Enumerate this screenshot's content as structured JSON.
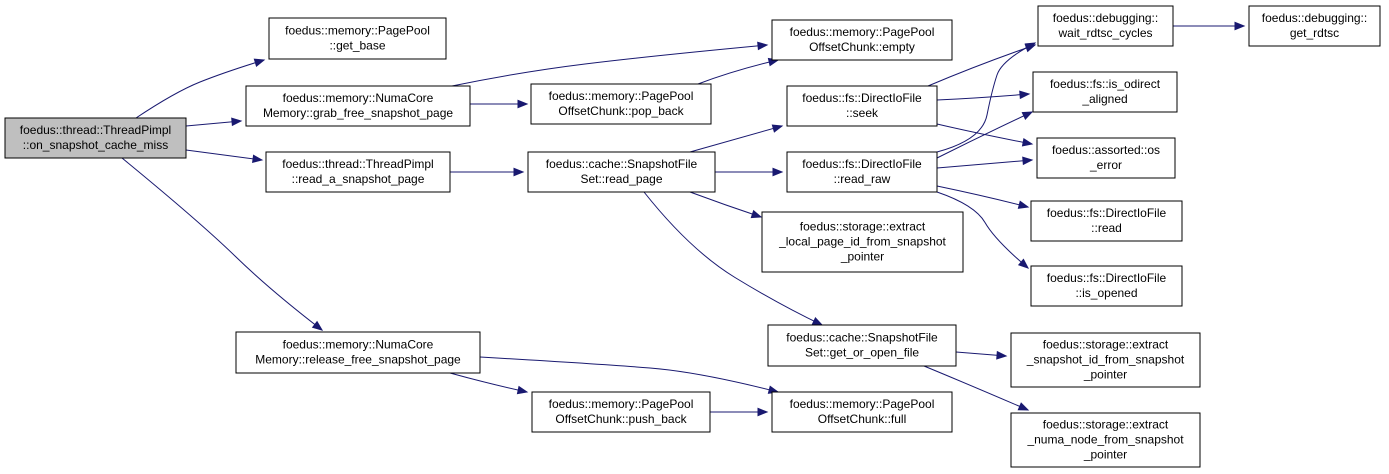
{
  "diagram": {
    "nodes": [
      {
        "id": "n0",
        "lines": [
          "foedus::thread::ThreadPimpl",
          "::on_snapshot_cache_miss"
        ]
      },
      {
        "id": "n1",
        "lines": [
          "foedus::memory::PagePool",
          "::get_base"
        ]
      },
      {
        "id": "n2",
        "lines": [
          "foedus::memory::NumaCore",
          "Memory::grab_free_snapshot_page"
        ]
      },
      {
        "id": "n3",
        "lines": [
          "foedus::thread::ThreadPimpl",
          "::read_a_snapshot_page"
        ]
      },
      {
        "id": "n4",
        "lines": [
          "foedus::memory::NumaCore",
          "Memory::release_free_snapshot_page"
        ]
      },
      {
        "id": "n5",
        "lines": [
          "foedus::memory::PagePool",
          "OffsetChunk::pop_back"
        ]
      },
      {
        "id": "n6",
        "lines": [
          "foedus::cache::SnapshotFile",
          "Set::read_page"
        ]
      },
      {
        "id": "n7",
        "lines": [
          "foedus::memory::PagePool",
          "OffsetChunk::push_back"
        ]
      },
      {
        "id": "n8",
        "lines": [
          "foedus::memory::PagePool",
          "OffsetChunk::empty"
        ]
      },
      {
        "id": "n9",
        "lines": [
          "foedus::fs::DirectIoFile",
          "::seek"
        ]
      },
      {
        "id": "n10",
        "lines": [
          "foedus::fs::DirectIoFile",
          "::read_raw"
        ]
      },
      {
        "id": "n11",
        "lines": [
          "foedus::storage::extract",
          "_local_page_id_from_snapshot",
          "_pointer"
        ]
      },
      {
        "id": "n12",
        "lines": [
          "foedus::cache::SnapshotFile",
          "Set::get_or_open_file"
        ]
      },
      {
        "id": "n13",
        "lines": [
          "foedus::memory::PagePool",
          "OffsetChunk::full"
        ]
      },
      {
        "id": "n14",
        "lines": [
          "foedus::debugging::",
          "wait_rdtsc_cycles"
        ]
      },
      {
        "id": "n15",
        "lines": [
          "foedus::fs::is_odirect",
          "_aligned"
        ]
      },
      {
        "id": "n16",
        "lines": [
          "foedus::assorted::os",
          "_error"
        ]
      },
      {
        "id": "n17",
        "lines": [
          "foedus::fs::DirectIoFile",
          "::read"
        ]
      },
      {
        "id": "n18",
        "lines": [
          "foedus::fs::DirectIoFile",
          "::is_opened"
        ]
      },
      {
        "id": "n19",
        "lines": [
          "foedus::storage::extract",
          "_snapshot_id_from_snapshot",
          "_pointer"
        ]
      },
      {
        "id": "n20",
        "lines": [
          "foedus::storage::extract",
          "_numa_node_from_snapshot",
          "_pointer"
        ]
      },
      {
        "id": "n21",
        "lines": [
          "foedus::debugging::",
          "get_rdtsc"
        ]
      }
    ],
    "edges": [
      {
        "from": "n0",
        "to": "n1"
      },
      {
        "from": "n0",
        "to": "n2"
      },
      {
        "from": "n0",
        "to": "n3"
      },
      {
        "from": "n0",
        "to": "n4"
      },
      {
        "from": "n2",
        "to": "n8"
      },
      {
        "from": "n2",
        "to": "n5"
      },
      {
        "from": "n5",
        "to": "n8"
      },
      {
        "from": "n3",
        "to": "n6"
      },
      {
        "from": "n6",
        "to": "n9"
      },
      {
        "from": "n6",
        "to": "n10"
      },
      {
        "from": "n6",
        "to": "n11"
      },
      {
        "from": "n6",
        "to": "n12"
      },
      {
        "from": "n4",
        "to": "n13"
      },
      {
        "from": "n4",
        "to": "n7"
      },
      {
        "from": "n7",
        "to": "n13"
      },
      {
        "from": "n9",
        "to": "n14"
      },
      {
        "from": "n9",
        "to": "n15"
      },
      {
        "from": "n9",
        "to": "n16"
      },
      {
        "from": "n10",
        "to": "n14"
      },
      {
        "from": "n10",
        "to": "n15"
      },
      {
        "from": "n10",
        "to": "n16"
      },
      {
        "from": "n10",
        "to": "n17"
      },
      {
        "from": "n10",
        "to": "n18"
      },
      {
        "from": "n12",
        "to": "n19"
      },
      {
        "from": "n12",
        "to": "n20"
      },
      {
        "from": "n14",
        "to": "n21"
      }
    ]
  }
}
